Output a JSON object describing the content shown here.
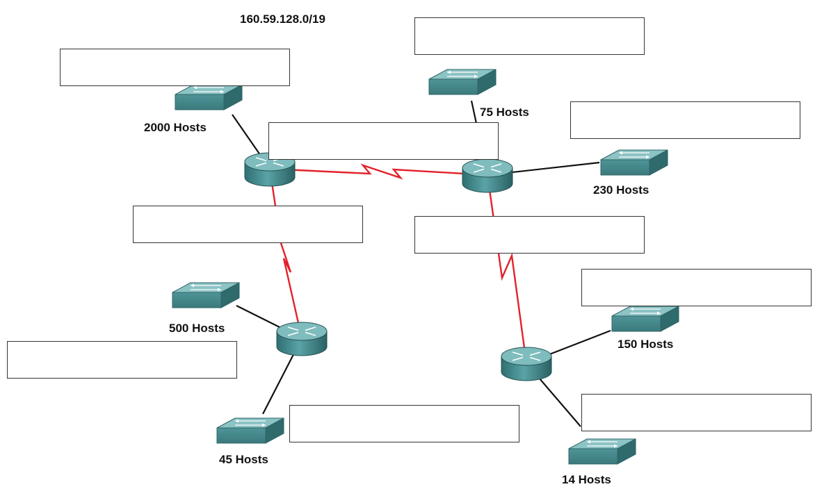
{
  "network": {
    "address": "160.59.128.0/19",
    "colors": {
      "serial": "#e3212b",
      "ethernet": "#111111",
      "device": "#4f9497"
    },
    "lans": [
      {
        "id": "lan2000",
        "label": "2000 Hosts"
      },
      {
        "id": "lan75",
        "label": "75 Hosts"
      },
      {
        "id": "lan230",
        "label": "230 Hosts"
      },
      {
        "id": "lan500",
        "label": "500 Hosts"
      },
      {
        "id": "lan45",
        "label": "45 Hosts"
      },
      {
        "id": "lan150",
        "label": "150 Hosts"
      },
      {
        "id": "lan14",
        "label": "14 Hosts"
      }
    ],
    "answer_boxes": [
      {
        "id": "box1",
        "value": ""
      },
      {
        "id": "box2",
        "value": ""
      },
      {
        "id": "box3",
        "value": ""
      },
      {
        "id": "box4",
        "value": ""
      },
      {
        "id": "box5",
        "value": ""
      },
      {
        "id": "box6",
        "value": ""
      },
      {
        "id": "box7",
        "value": ""
      },
      {
        "id": "box8",
        "value": ""
      },
      {
        "id": "box9",
        "value": ""
      },
      {
        "id": "box10",
        "value": ""
      }
    ]
  }
}
